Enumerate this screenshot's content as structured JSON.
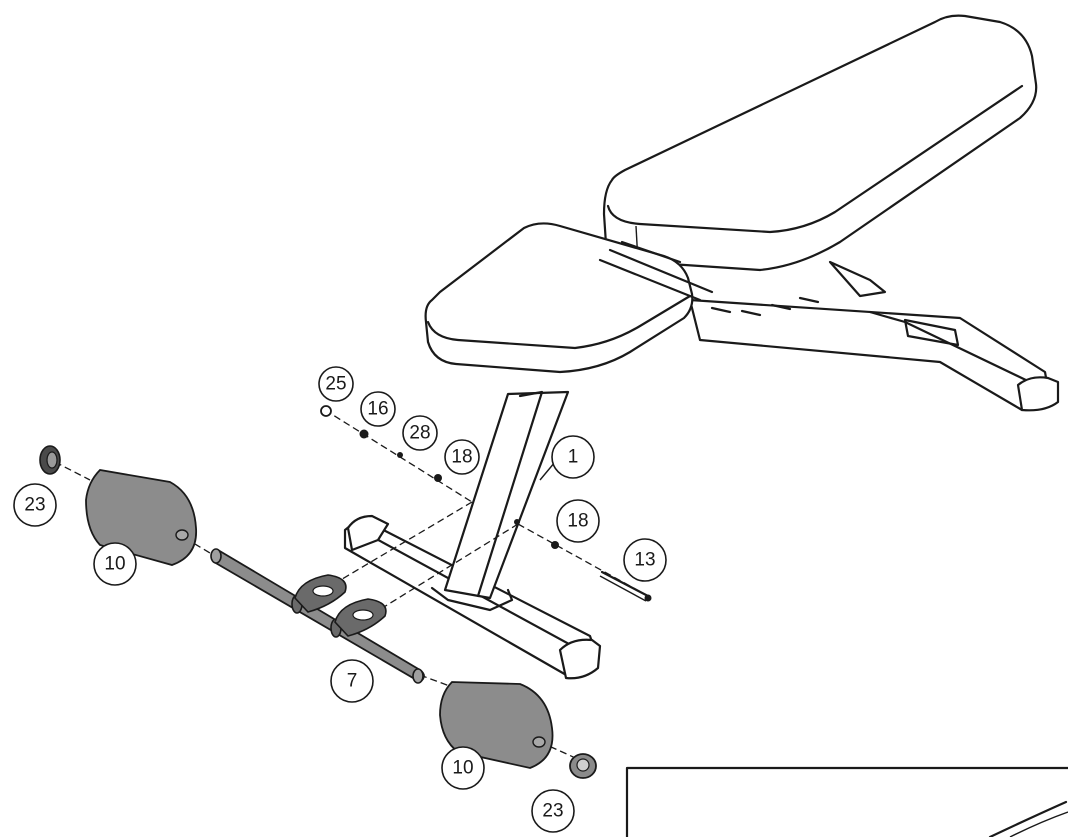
{
  "callouts": [
    {
      "id": "c25a",
      "label": "25"
    },
    {
      "id": "c16",
      "label": "16"
    },
    {
      "id": "c28",
      "label": "28"
    },
    {
      "id": "c18a",
      "label": "18"
    },
    {
      "id": "c1",
      "label": "1"
    },
    {
      "id": "c23a",
      "label": "23"
    },
    {
      "id": "c10a",
      "label": "10"
    },
    {
      "id": "c18b",
      "label": "18"
    },
    {
      "id": "c13",
      "label": "13"
    },
    {
      "id": "c7",
      "label": "7"
    },
    {
      "id": "c10b",
      "label": "10"
    },
    {
      "id": "c23b",
      "label": "23"
    }
  ]
}
